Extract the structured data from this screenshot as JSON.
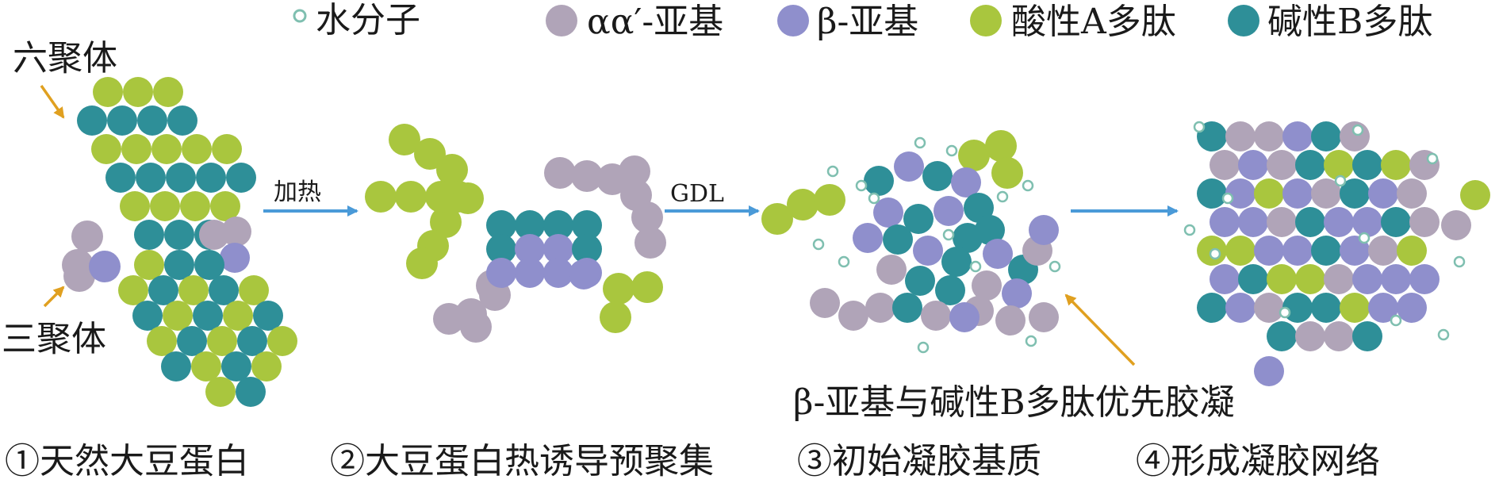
{
  "legend": {
    "water": "水分子",
    "alpha": "αα′-亚基",
    "beta": "β-亚基",
    "acidic": "酸性A多肽",
    "basic": "碱性B多肽"
  },
  "colors": {
    "water": "#7fbfb0",
    "alpha": "#b0a4b8",
    "beta": "#8f8fcc",
    "acidic": "#a9c63e",
    "basic": "#2e8f98",
    "arrow_blue": "#4a9ad8",
    "arrow_orange": "#e0a020"
  },
  "labels": {
    "hexamer": "六聚体",
    "trimer": "三聚体",
    "heat": "加热",
    "gdl": "GDL",
    "annotation": "β-亚基与碱性B多肽优先胶凝"
  },
  "stages": [
    "①天然大豆蛋白",
    "②大豆蛋白热诱导预聚集",
    "③初始凝胶基质",
    "④形成凝胶网络"
  ]
}
